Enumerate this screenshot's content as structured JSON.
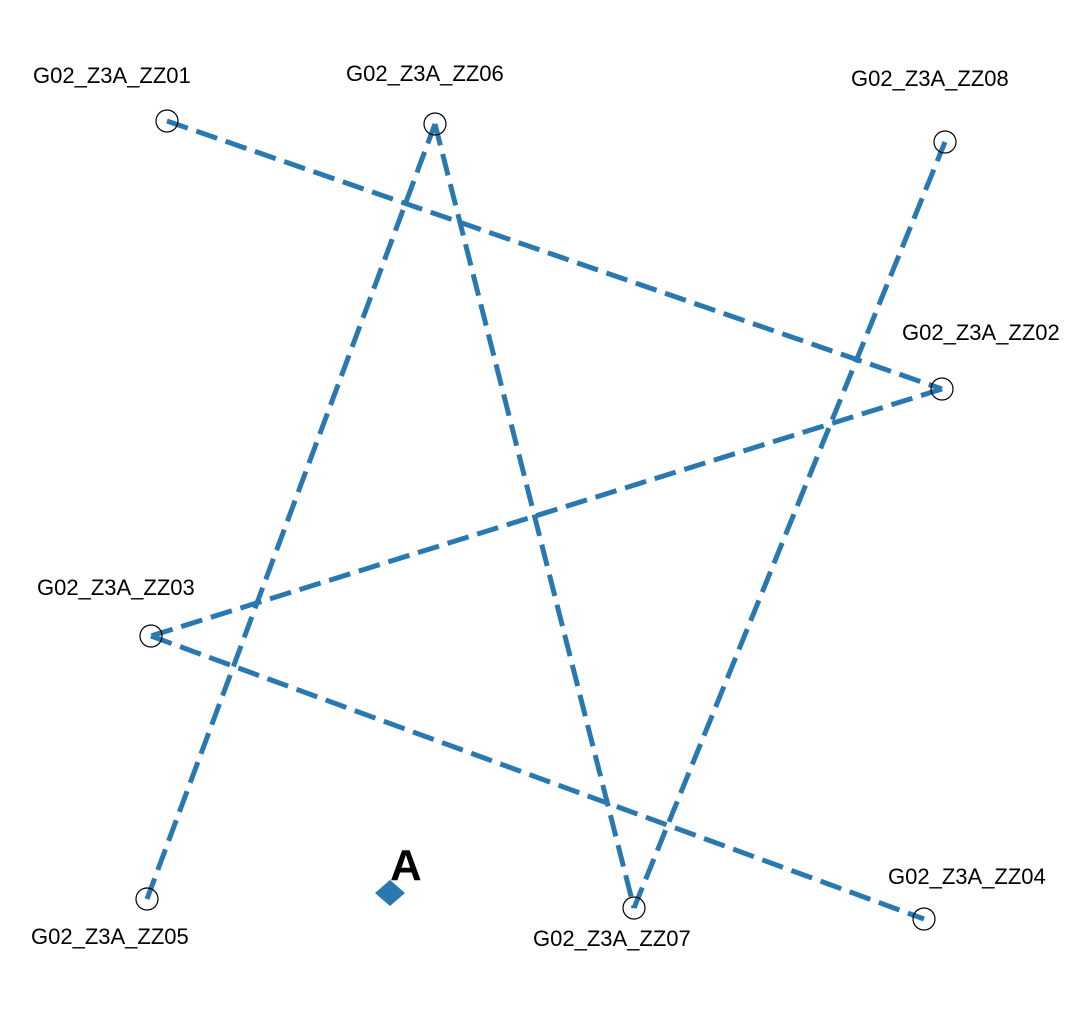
{
  "colors": {
    "line": "#2a78b0",
    "marker": "#2a78b0",
    "circle": "#000000"
  },
  "points": {
    "zz01": {
      "label": "G02_Z3A_ZZ01"
    },
    "zz02": {
      "label": "G02_Z3A_ZZ02"
    },
    "zz03": {
      "label": "G02_Z3A_ZZ03"
    },
    "zz04": {
      "label": "G02_Z3A_ZZ04"
    },
    "zz05": {
      "label": "G02_Z3A_ZZ05"
    },
    "zz06": {
      "label": "G02_Z3A_ZZ06"
    },
    "zz07": {
      "label": "G02_Z3A_ZZ07"
    },
    "zz08": {
      "label": "G02_Z3A_ZZ08"
    }
  },
  "connections": [
    [
      "zz01",
      "zz02"
    ],
    [
      "zz02",
      "zz03"
    ],
    [
      "zz03",
      "zz04"
    ],
    [
      "zz05",
      "zz06"
    ],
    [
      "zz06",
      "zz07"
    ],
    [
      "zz07",
      "zz08"
    ]
  ],
  "marker": {
    "label": "A",
    "shape": "diamond"
  }
}
